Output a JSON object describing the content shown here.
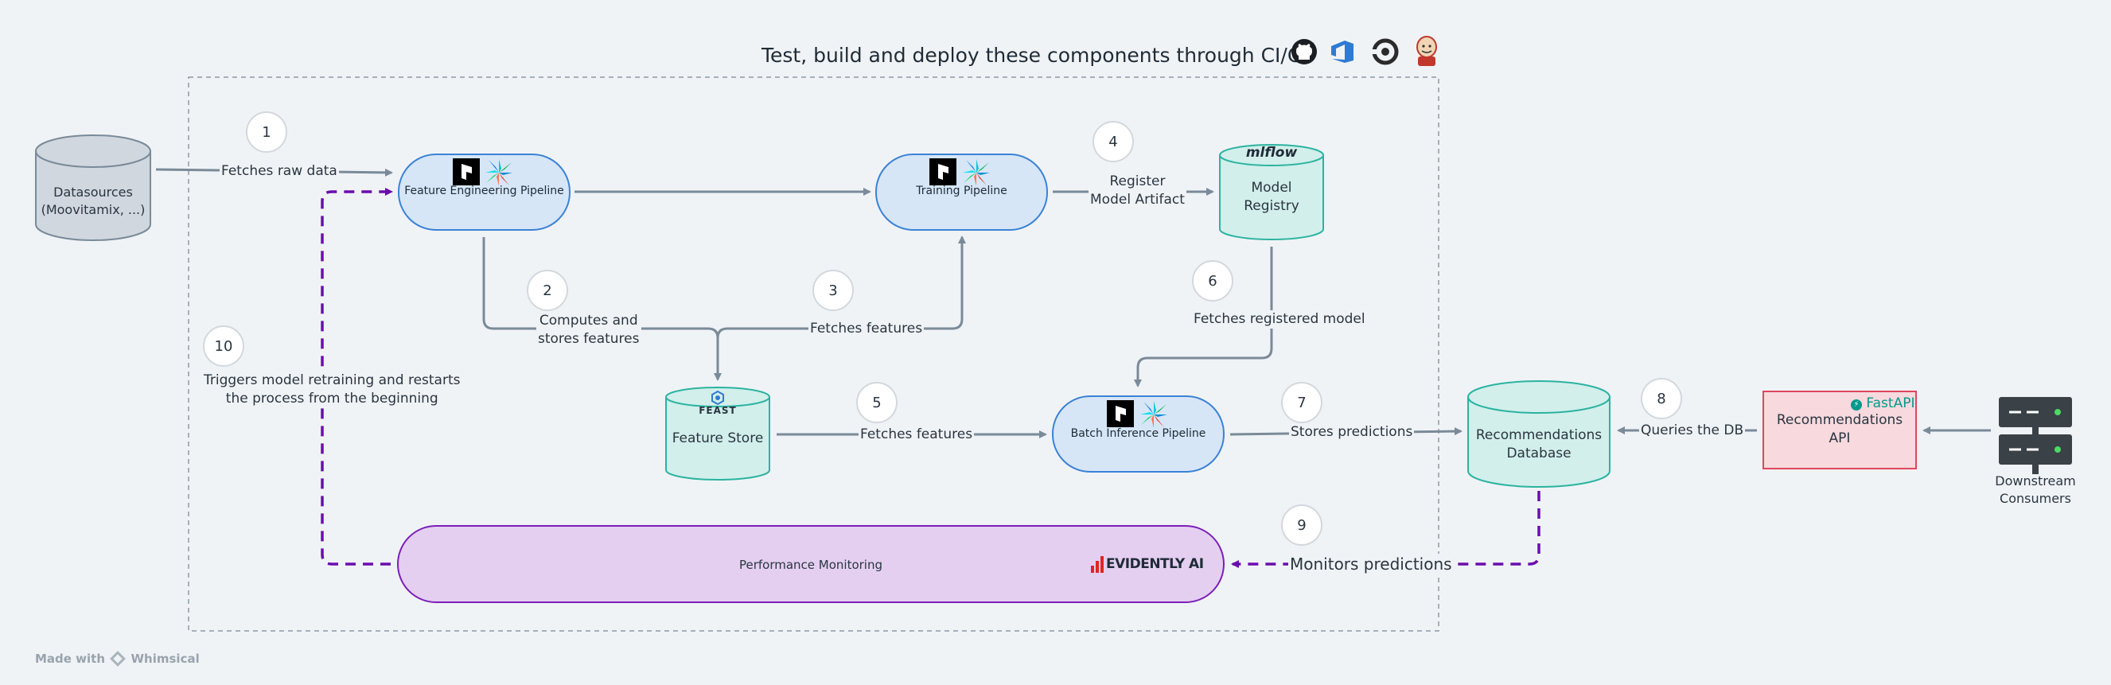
{
  "header": {
    "cicd_title": "Test, build and deploy these components through CI/CD"
  },
  "cicd_icons": [
    "github-icon",
    "azure-devops-icon",
    "circleci-icon",
    "jenkins-icon"
  ],
  "nodes": {
    "datasources": "Datasources\n(Moovitamix, ...)",
    "feature_engineering": "Feature Engineering Pipeline",
    "training": "Training Pipeline",
    "model_registry": "Model\nRegistry",
    "mlflow_logo": "mlflow",
    "feature_store": "Feature Store",
    "feast_logo": "FEAST",
    "batch_inference": "Batch Inference Pipeline",
    "recommendations_db": "Recommendations\nDatabase",
    "recommendations_api": "Recommendations\nAPI",
    "fastapi_logo": "FastAPI",
    "downstream": "Downstream\nConsumers",
    "performance_monitoring": "Performance Monitoring",
    "evidently_logo": "EVIDENTLY AI"
  },
  "edges": {
    "fetches_raw": "Fetches raw data",
    "computes": "Computes and\nstores features",
    "fetches_features_train": "Fetches features",
    "register": "Register\nModel Artifact",
    "fetches_features_batch": "Fetches features",
    "fetches_model": "Fetches registered model",
    "stores_predictions": "Stores predictions",
    "queries": "Queries the DB",
    "monitors": "Monitors predictions",
    "triggers": "Triggers model retraining and restarts\nthe process from the beginning"
  },
  "steps": [
    "1",
    "2",
    "3",
    "4",
    "5",
    "6",
    "7",
    "8",
    "9",
    "10"
  ],
  "footer": {
    "made_with": "Made with",
    "brand": "Whimsical"
  },
  "colors": {
    "pipeline_fill": "#d6e6f7",
    "pipeline_stroke": "#3b82d6",
    "store_fill": "#d2efeb",
    "store_stroke": "#2bb3a0",
    "api_fill": "#f7d9de",
    "api_stroke": "#e0465f",
    "monitoring_fill": "#e4cff1",
    "monitoring_stroke": "#7b1fb8",
    "datasource_fill": "#d0d7de",
    "arrow": "#7a8a99",
    "dashed": "#6a0dad"
  }
}
